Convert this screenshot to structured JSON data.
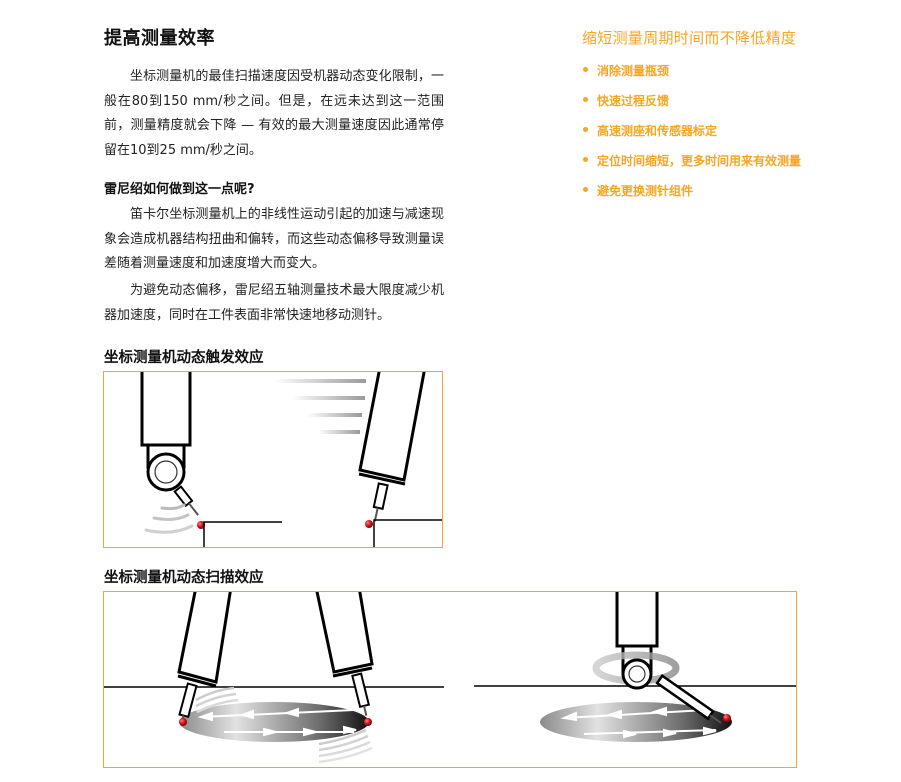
{
  "main": {
    "title": "提高测量效率",
    "intro_paragraph": "坐标测量机的最佳扫描速度因受机器动态变化限制，一般在80到150 mm/秒之间。但是，在远未达到这一范围前，测量精度就会下降 — 有效的最大测量速度因此通常停留在10到25 mm/秒之间。",
    "question_heading": "雷尼绍如何做到这一点呢?",
    "paragraph_2": "笛卡尔坐标测量机上的非线性运动引起的加速与减速现象会造成机器结构扭曲和偏转，而这些动态偏移导致测量误差随着测量速度和加速度增大而变大。",
    "paragraph_3": "为避免动态偏移，雷尼绍五轴测量技术最大限度减少机器加速度，同时在工件表面非常快速地移动测针。",
    "figure_1": {
      "caption": "坐标测量机动态触发效应"
    },
    "figure_2": {
      "caption": "坐标测量机动态扫描效应"
    }
  },
  "sidebar": {
    "title": "缩短测量周期时间而不降低精度",
    "items": [
      {
        "label": "消除测量瓶颈"
      },
      {
        "label": "快速过程反馈"
      },
      {
        "label": "高速测座和传感器标定"
      },
      {
        "label": "定位时间缩短，更多时间用来有效测量"
      },
      {
        "label": "避免更换测针组件"
      }
    ]
  },
  "colors": {
    "accent_orange": "#f5a623",
    "frame_border": "#eba934",
    "stylus_ball_red": "#d8141c"
  }
}
